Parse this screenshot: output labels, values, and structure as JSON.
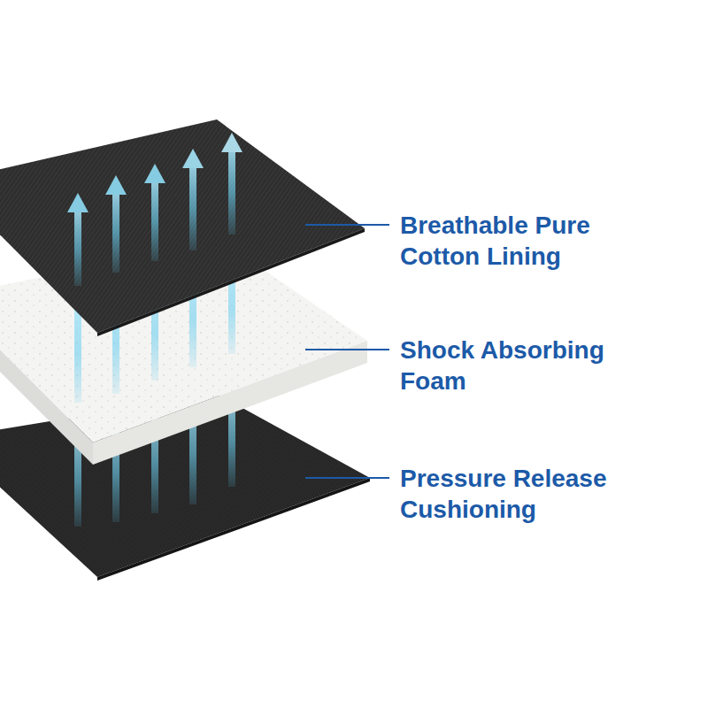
{
  "diagram": {
    "labels": [
      "Breathable Pure Cotton Lining",
      "Shock Absorbing Foam",
      "Pressure Release Cushioning"
    ]
  }
}
